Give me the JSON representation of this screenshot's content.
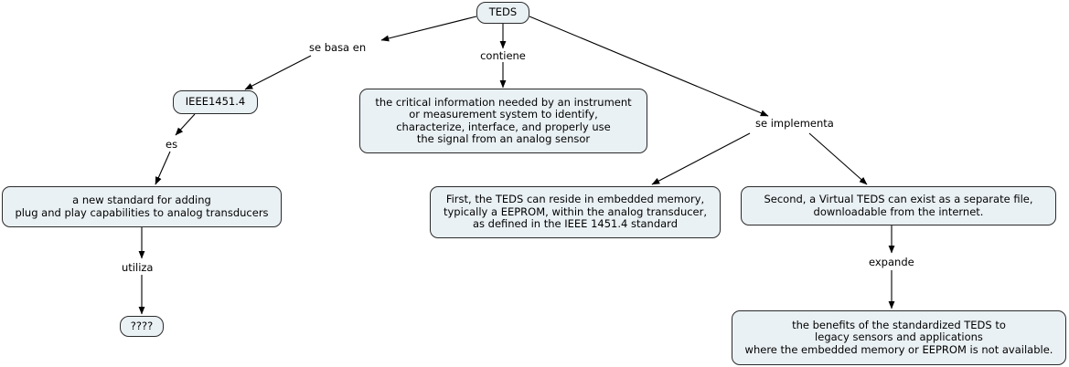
{
  "diagram": {
    "title": "TEDS concept map",
    "background_color": "#ffffff",
    "node_fill_color": "#eaf1f4",
    "node_border_color": "#2b2b2b",
    "edge_color": "#000000",
    "text_color": "#000000"
  },
  "nodes": {
    "teds": "TEDS",
    "ieee": "IEEE1451.4",
    "critical_info": "the critical information needed by an instrument\nor measurement system to identify,\ncharacterize, interface, and properly use\nthe signal from an analog sensor",
    "new_standard": "a new standard for adding\nplug and play capabilities to analog transducers",
    "unknown": "????",
    "first_teds": "First, the TEDS can reside in embedded memory,\ntypically a EEPROM, within the analog transducer,\nas defined in the IEEE 1451.4 standard",
    "second_teds": "Second, a Virtual TEDS can exist as a separate file,\ndownloadable from the internet.",
    "benefits": "the benefits of the standardized TEDS to\nlegacy sensors and applications\nwhere the embedded memory or EEPROM is not available."
  },
  "link_labels": {
    "se_basa_en": "se basa en",
    "contiene": "contiene",
    "se_implementa": "se implementa",
    "es": "es",
    "utiliza": "utiliza",
    "expande": "expande"
  }
}
